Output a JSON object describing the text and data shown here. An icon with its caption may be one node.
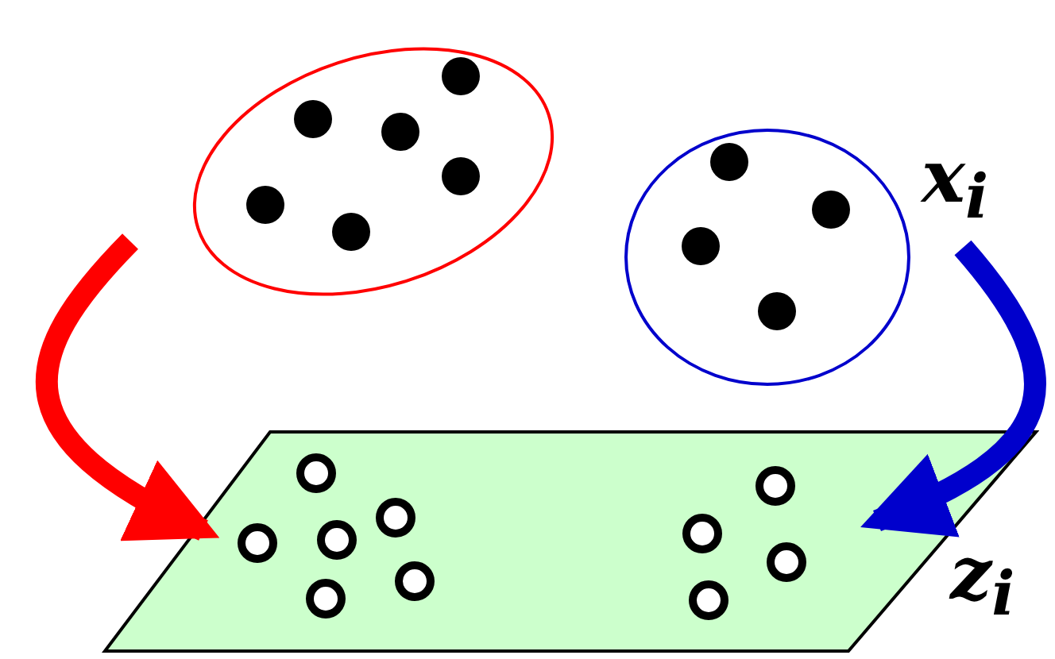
{
  "diagram": {
    "nodes": [
      {
        "text": [],
        "shape": "ellipse"
      },
      {
        "text": [],
        "shape": "ellipse"
      },
      {
        "text": [],
        "shape": "parallelogram"
      }
    ],
    "edges": [
      {
        "from": 0,
        "to": 2,
        "arrow": "to",
        "color": "#ff0000"
      },
      {
        "from": 1,
        "to": 2,
        "arrow": "to",
        "color": "#0000cc"
      }
    ],
    "labels": [
      "x$_{i}$",
      "z$_{i}$"
    ]
  }
}
